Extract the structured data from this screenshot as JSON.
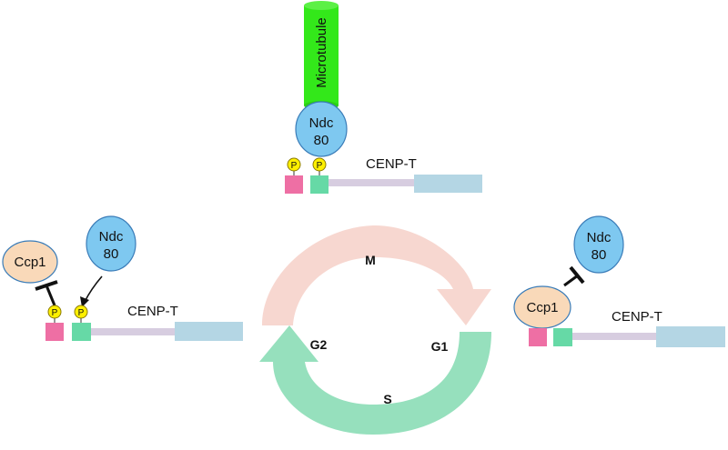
{
  "labels": {
    "microtubule": "Microtubule",
    "ndc80_line1": "Ndc",
    "ndc80_line2": "80",
    "ccp1": "Ccp1",
    "cenp_t": "CENP-T",
    "phospho": "P"
  },
  "phases": {
    "m": "M",
    "g1": "G1",
    "s": "S",
    "g2": "G2"
  },
  "colors": {
    "microtubule": "#33e81a",
    "ndc80": "#7ec8f0",
    "ccp1": "#f9d9b9",
    "pink_domain": "#ee6fa4",
    "green_domain": "#66d9a6",
    "backbone": "#d7cde0",
    "terminal": "#b4d6e4",
    "phospho": "#fff000",
    "arrow_m": "#f7d7d0",
    "arrow_s": "#96e0bd"
  }
}
